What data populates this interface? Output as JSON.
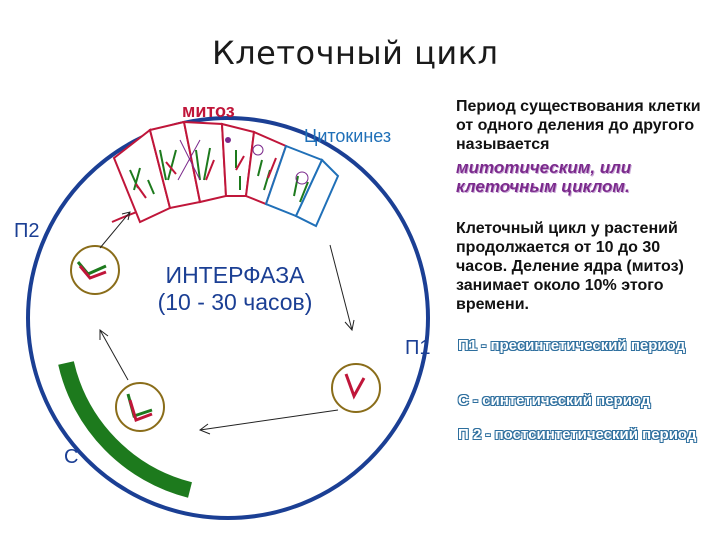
{
  "title": "Клеточный цикл",
  "labels": {
    "mitosis": "митоз",
    "cytokinesis": "Цитокинез",
    "p2": "П2",
    "p1": "П1",
    "s": "С",
    "interphase": "ИНТЕРФАЗА",
    "interphase_duration": "(10 - 30 часов)"
  },
  "text": {
    "definition": "Период существования клетки от одного деления до другого называется",
    "definition_emphasis": "митотическим, или клеточным циклом.",
    "duration": "Клеточный цикл у растений продолжается от 10 до 30 часов. Деление ядра (митоз) занимает около 10% этого времени."
  },
  "phases": {
    "p1": "П1 -  пресинтетический период",
    "s": "С - синтетический период",
    "p2": "П 2 -  постсинтетический период"
  },
  "colors": {
    "mitosis": "#c0163a",
    "cytokinesis": "#2070b8",
    "circle": "#1b3f94",
    "s_phase": "#1d7a1d"
  }
}
